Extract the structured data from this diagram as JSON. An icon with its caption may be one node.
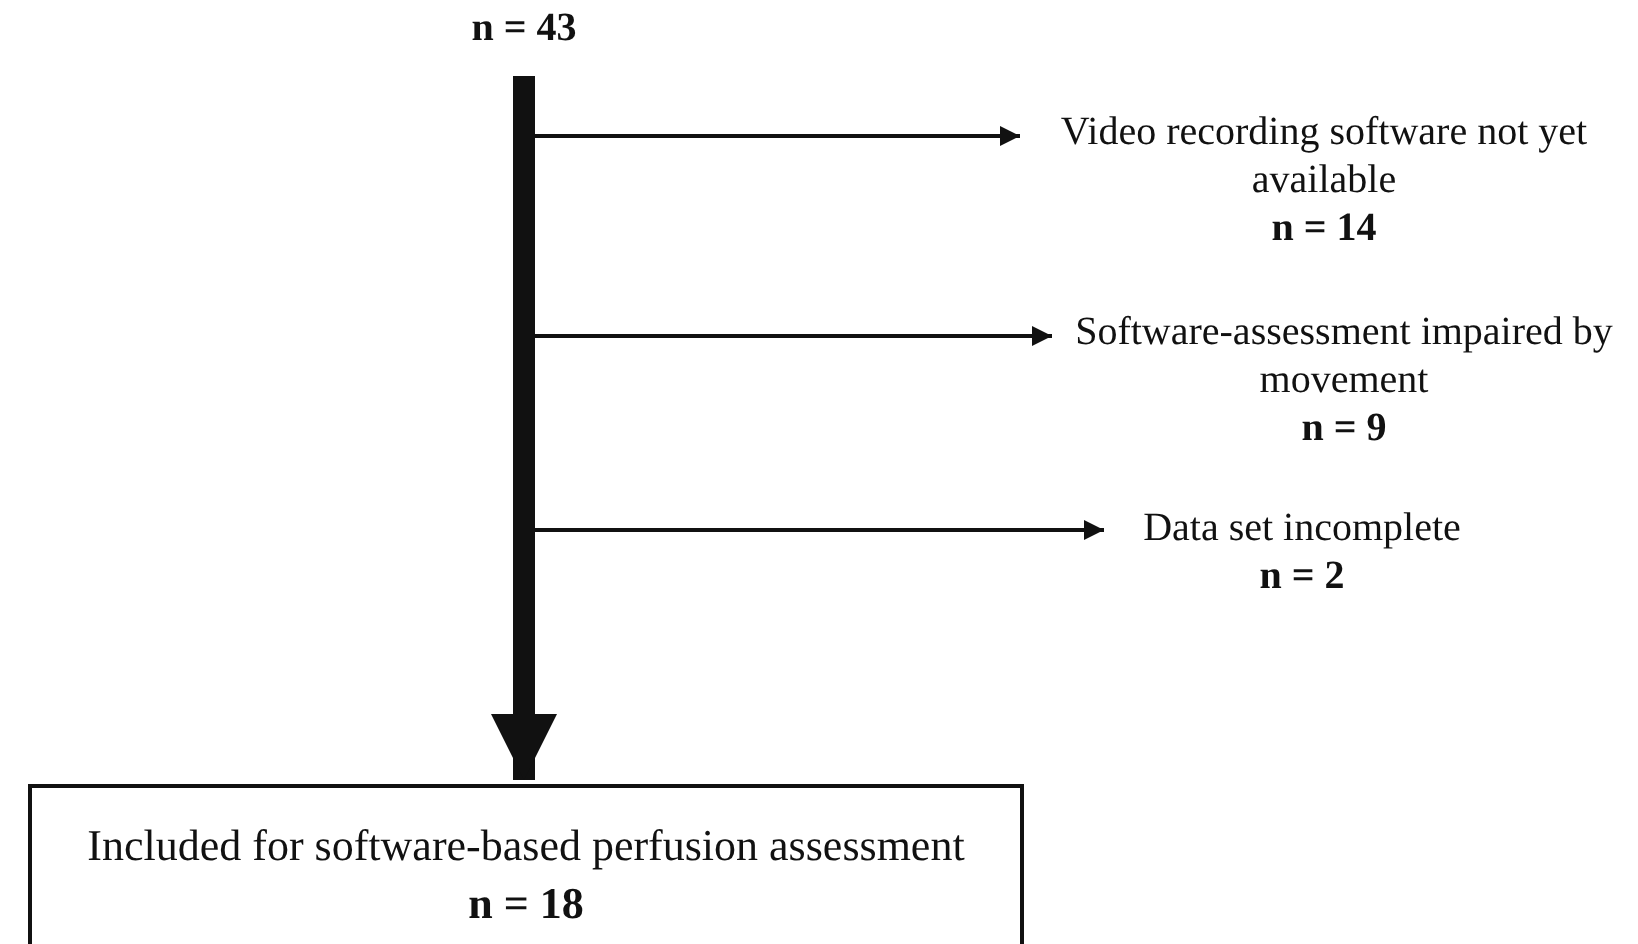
{
  "diagram": {
    "nodes": [
      {
        "text": [
          "n = 43"
        ]
      },
      {
        "text": [
          "Video recording software not yet available",
          "n = 14"
        ]
      },
      {
        "text": [
          "Software-assessment impaired by movement",
          "n = 9"
        ]
      },
      {
        "text": [
          "Data set incomplete",
          "n = 2"
        ]
      },
      {
        "text": [
          "Included for software-based perfusion assessment",
          "n = 18"
        ]
      }
    ],
    "edges": [
      {
        "from": 0,
        "to": 1,
        "arrow": "to"
      },
      {
        "from": 0,
        "to": 2,
        "arrow": "to"
      },
      {
        "from": 0,
        "to": 3,
        "arrow": "to"
      },
      {
        "from": 0,
        "to": 4,
        "arrow": "to",
        "style": "thick"
      }
    ]
  }
}
